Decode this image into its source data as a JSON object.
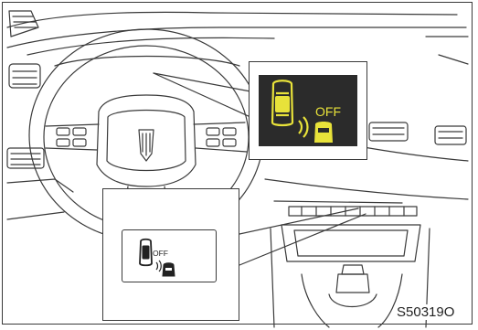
{
  "top_callout": {
    "off_label": "OFF",
    "icon_color": "#e8e23a",
    "screen_color": "#2b2b2b"
  },
  "bottom_callout": {
    "off_label": "OFF"
  },
  "figure_code": "S50319O"
}
